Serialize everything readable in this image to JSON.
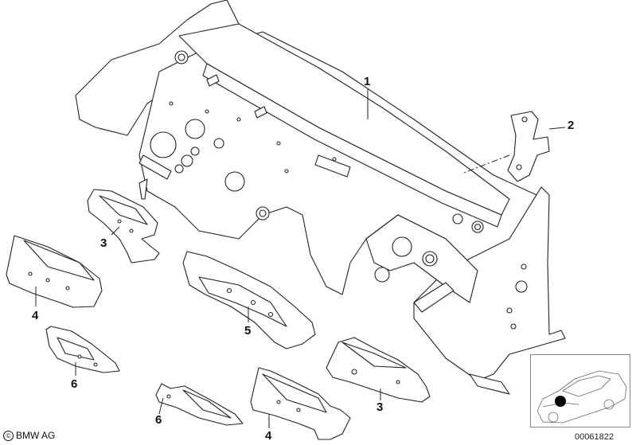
{
  "callouts": [
    {
      "id": "part-1",
      "label": "1"
    },
    {
      "id": "part-2",
      "label": "2"
    },
    {
      "id": "part-3a",
      "label": "3"
    },
    {
      "id": "part-3b",
      "label": "3"
    },
    {
      "id": "part-4a",
      "label": "4"
    },
    {
      "id": "part-4b",
      "label": "4"
    },
    {
      "id": "part-5",
      "label": "5"
    },
    {
      "id": "part-6a",
      "label": "6"
    },
    {
      "id": "part-6b",
      "label": "6"
    }
  ],
  "footer": {
    "copyright_symbol": "©",
    "copyright": "BMW AG",
    "reference_number": "00061822"
  },
  "colors": {
    "line": "#222222",
    "marker": "#000000"
  }
}
